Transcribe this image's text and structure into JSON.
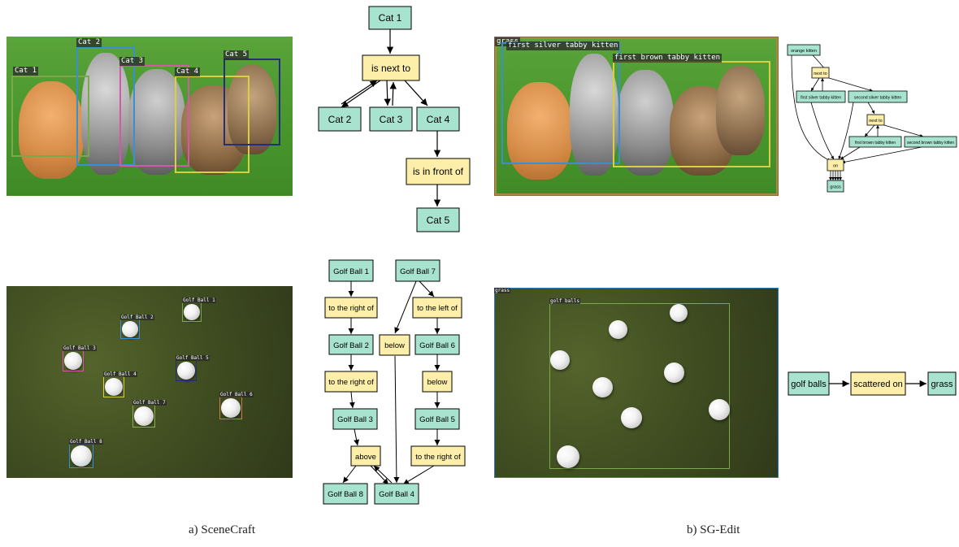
{
  "captions": {
    "scenecraft": "a) SceneCraft",
    "sgedit": "b) SG-Edit"
  },
  "kittens_scenecraft": {
    "boxes": [
      "Cat 1",
      "Cat 2",
      "Cat 3",
      "Cat 4",
      "Cat 5"
    ]
  },
  "kittens_scenecraft_graph": {
    "nodes": [
      "Cat 1",
      "is next to",
      "Cat 2",
      "Cat 3",
      "Cat 4",
      "is in front of",
      "Cat 5"
    ]
  },
  "kittens_sgedit": {
    "boxes": [
      "grass",
      "first silver tabby kitten",
      "first brown tabby kitten"
    ]
  },
  "kittens_sgedit_graph": {
    "nodes": [
      "orange kitten",
      "next to",
      "first silver tabby kitten",
      "second silver tabby kitten",
      "next to",
      "first brown tabby kitten",
      "second brown tabby kitten",
      "on",
      "grass"
    ]
  },
  "golf_scenecraft": {
    "boxes": [
      "Golf Ball 1",
      "Golf Ball 2",
      "Golf Ball 3",
      "Golf Ball 4",
      "Golf Ball 5",
      "Golf Ball 6",
      "Golf Ball 7",
      "Golf Ball 8"
    ]
  },
  "golf_scenecraft_graph": {
    "nodes": [
      "Golf Ball 1",
      "to the right of",
      "Golf Ball 2",
      "to the right of",
      "Golf Ball 3",
      "above",
      "Golf Ball 8",
      "Golf Ball 4",
      "Golf Ball 7",
      "below",
      "to the left of",
      "Golf Ball 6",
      "below",
      "Golf Ball 5",
      "to the right of"
    ]
  },
  "golf_sgedit": {
    "boxes": [
      "grass",
      "golf balls"
    ]
  },
  "golf_sgedit_graph": {
    "nodes": [
      "golf balls",
      "scattered on",
      "grass"
    ]
  },
  "colors": {
    "entity_node": "#a8e3d0",
    "relation_node": "#fdeeaa",
    "grass_bright": "#4d9a30",
    "grass_dark": "#414f22"
  }
}
